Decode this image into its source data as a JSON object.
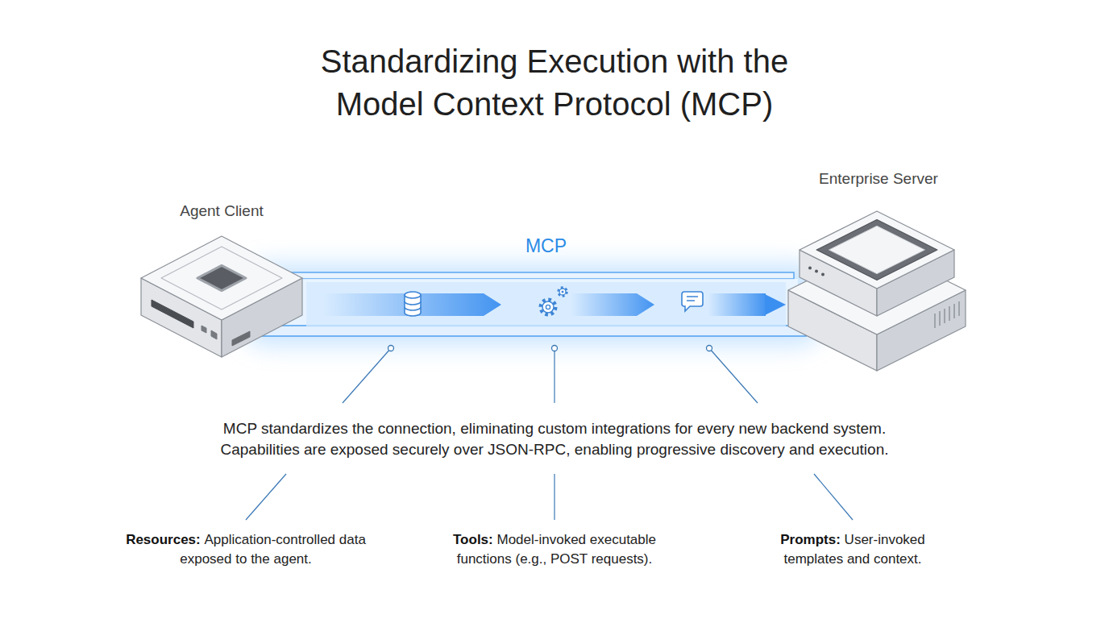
{
  "diagram": {
    "title": "Standardizing Execution with the Model Context Protocol (MCP)",
    "nodes": [
      {
        "text": [
          "Agent Client"
        ]
      },
      {
        "text": [
          "Enterprise Server"
        ]
      }
    ],
    "edges": [
      {
        "from": 0,
        "to": 1,
        "arrow": "to",
        "label": "MCP"
      }
    ],
    "labels": [
      "MCP standardizes the connection, eliminating custom integrations for every new backend system.",
      "Capabilities are exposed securely over JSON-RPC, enabling progressive discovery and execution.",
      "Resources:",
      "Application-controlled data exposed to the agent.",
      "Tools:",
      "Model-invoked executable functions (e.g., POST requests).",
      "Prompts:",
      "User-invoked templates and context."
    ]
  }
}
